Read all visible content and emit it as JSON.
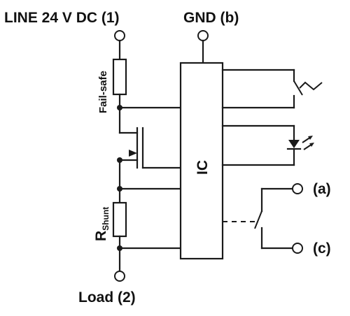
{
  "labels": {
    "line": "LINE 24 V DC (1)",
    "gnd": "GND (b)",
    "fail_safe": "Fail-safe",
    "ic": "IC",
    "r_main": "R",
    "r_sub": "Shunt",
    "terminal_a": "(a)",
    "terminal_c": "(c)",
    "load": "Load (2)"
  }
}
